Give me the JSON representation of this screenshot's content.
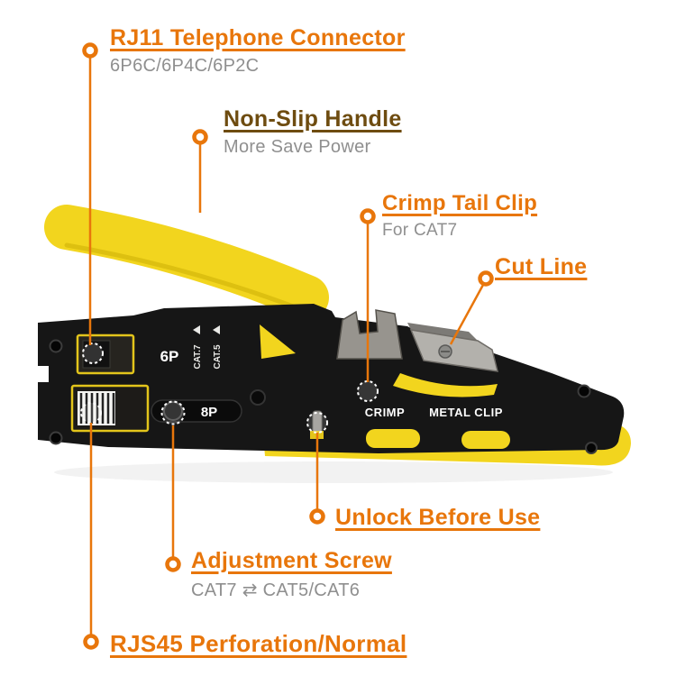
{
  "callouts": {
    "rj11": {
      "title": "RJ11 Telephone Connector",
      "subtitle": "6P6C/6P4C/6P2C"
    },
    "non_slip_handle": {
      "title": "Non-Slip Handle",
      "subtitle": "More Save Power"
    },
    "crimp_tail_clip": {
      "title": "Crimp Tail Clip",
      "subtitle": "For CAT7"
    },
    "cut_line": {
      "title": "Cut Line"
    },
    "unlock": {
      "title": "Unlock Before Use"
    },
    "adjustment_screw": {
      "title": "Adjustment Screw",
      "subtitle": "CAT7 ⇄ CAT5/CAT6"
    },
    "rj45": {
      "title": "RJS45 Perforation/Normal"
    }
  },
  "tool_text": {
    "six_p": "6P",
    "eight_p": "8P",
    "cat7": "CAT.7",
    "cat5": "CAT.5",
    "crimp": "CRIMP",
    "metal_clip": "METAL CLIP"
  },
  "colors": {
    "accent": "#E8760B",
    "handle_label": "#6E4C10",
    "subtitle_gray": "#8F8F8F",
    "tool_yellow": "#F2D51E",
    "tool_black": "#161616"
  }
}
